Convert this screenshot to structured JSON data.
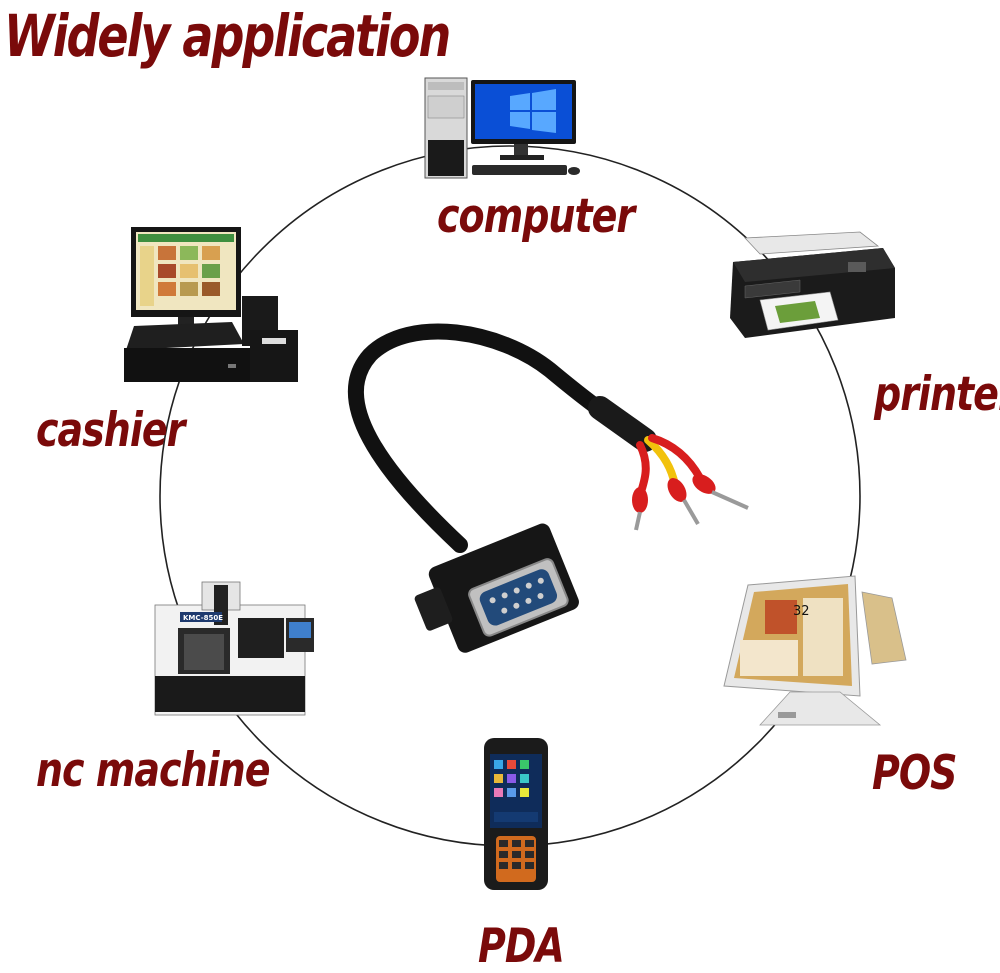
{
  "title": "Widely application",
  "applications": {
    "computer": "computer",
    "printer": "printer",
    "cashier": "cashier",
    "nc_machine": "nc machine",
    "pos": "POS",
    "pda": "PDA"
  },
  "machine_badge": "KMC-850E",
  "pos_screen_number": "32",
  "colors": {
    "label": "#7a0a0a",
    "circle": "#222222",
    "cable": "#111111",
    "wire_red": "#d81e1e",
    "wire_yellow": "#f2c20c"
  }
}
